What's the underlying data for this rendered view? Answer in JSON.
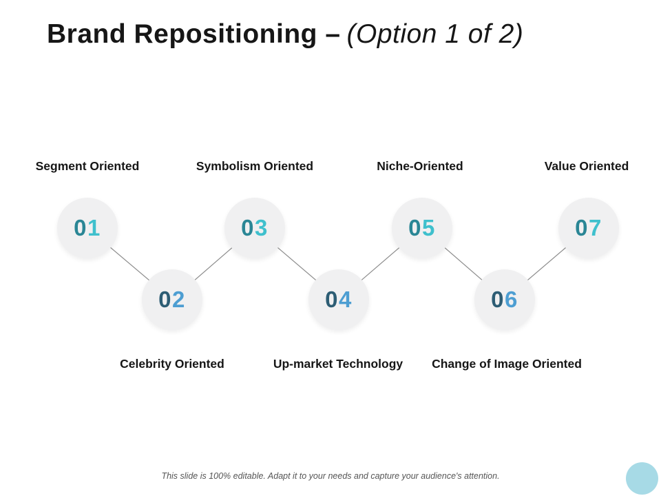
{
  "slide": {
    "title_bold": "Brand Repositioning –",
    "title_italic": "(Option 1 of 2)",
    "footer": "This slide is 100% editable. Adapt it to your needs and capture your audience's attention."
  },
  "colors": {
    "circle_background": "#f0f0f1",
    "connector_line": "#8c8c8c",
    "teal_zero": "#2a8695",
    "teal_digit": "#3fc0cd",
    "blue_zero": "#2d5d74",
    "blue_digit": "#4d9ed2",
    "corner_circle": "#a7dae6"
  },
  "steps": [
    {
      "number": "01",
      "zero": "0",
      "digit": "1",
      "label": "Segment Oriented"
    },
    {
      "number": "02",
      "zero": "0",
      "digit": "2",
      "label": "Celebrity Oriented"
    },
    {
      "number": "03",
      "zero": "0",
      "digit": "3",
      "label": "Symbolism Oriented"
    },
    {
      "number": "04",
      "zero": "0",
      "digit": "4",
      "label": "Up-market Technology"
    },
    {
      "number": "05",
      "zero": "0",
      "digit": "5",
      "label": "Niche-Oriented"
    },
    {
      "number": "06",
      "zero": "0",
      "digit": "6",
      "label": "Change of Image Oriented"
    },
    {
      "number": "07",
      "zero": "0",
      "digit": "7",
      "label": "Value Oriented"
    }
  ]
}
